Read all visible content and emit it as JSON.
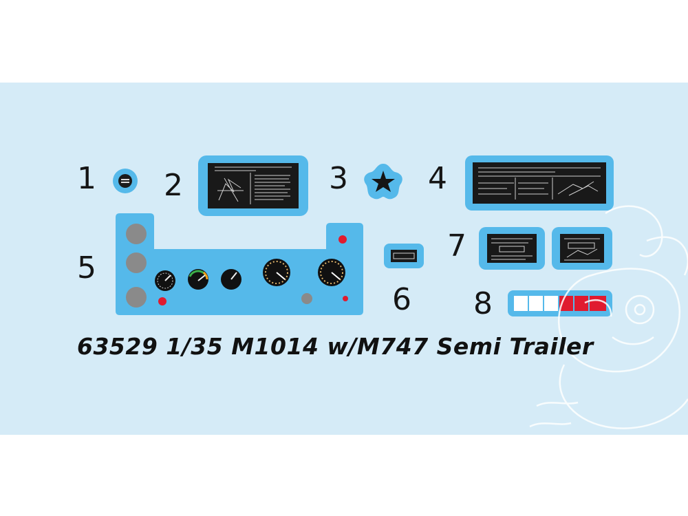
{
  "labels": {
    "n1": "1",
    "n2": "2",
    "n3": "3",
    "n4": "4",
    "n5": "5",
    "n6": "6",
    "n7": "7",
    "n8": "8"
  },
  "caption": "63529 1/35 M1014 w/M747 Semi Trailer",
  "colors": {
    "background": "#d5ebf7",
    "decal_blue": "#55b9ea",
    "plate_black": "#191919",
    "warning_red": "#e01b2f",
    "gauge_grey": "#8a8a8a"
  },
  "icons": [
    "star-icon",
    "gauge-icon",
    "fuel-gauge-icon",
    "speedometer-icon",
    "indicator-light-icon",
    "watermark-mascot-icon"
  ]
}
